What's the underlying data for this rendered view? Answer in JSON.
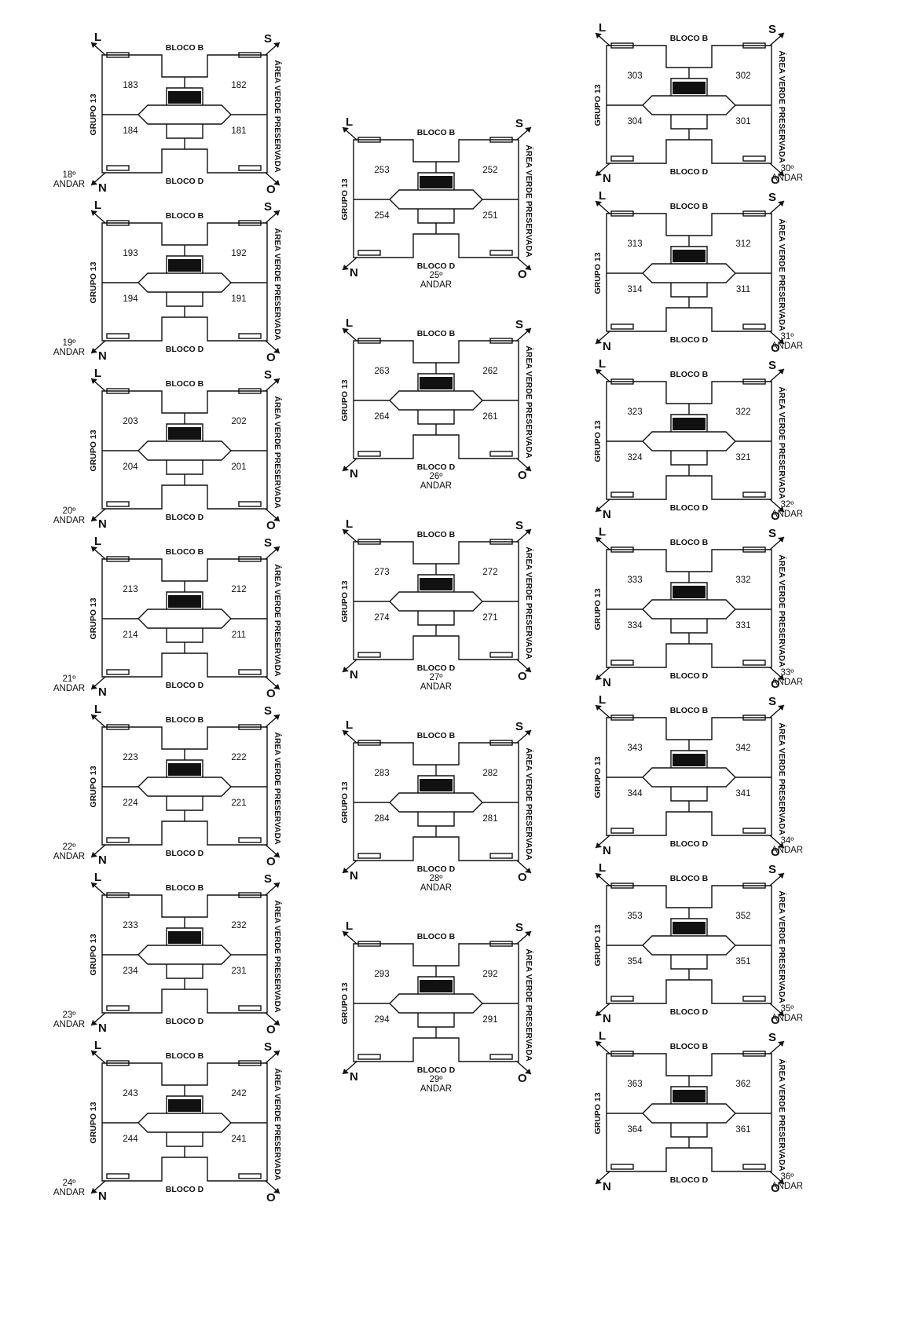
{
  "colors": {
    "ink": "#111111",
    "paper": "#ffffff"
  },
  "labels": {
    "bloco_top": "BLOCO B",
    "bloco_bottom": "BLOCO D",
    "left_side": "GRUPO 13",
    "right_side": "ÁREA VERDE PRESERVADA",
    "dir_top_left": "L",
    "dir_top_right": "S",
    "dir_bottom_left": "N",
    "dir_bottom_right": "O",
    "andar": "ANDAR"
  },
  "columns": [
    {
      "floors": [
        {
          "floor": "18º",
          "units": [
            "183",
            "182",
            "184",
            "181"
          ]
        },
        {
          "floor": "19º",
          "units": [
            "193",
            "192",
            "194",
            "191"
          ]
        },
        {
          "floor": "20º",
          "units": [
            "203",
            "202",
            "204",
            "201"
          ]
        },
        {
          "floor": "21º",
          "units": [
            "213",
            "212",
            "214",
            "211"
          ]
        },
        {
          "floor": "22º",
          "units": [
            "223",
            "222",
            "224",
            "221"
          ]
        },
        {
          "floor": "23º",
          "units": [
            "233",
            "232",
            "234",
            "231"
          ]
        },
        {
          "floor": "24º",
          "units": [
            "243",
            "242",
            "244",
            "241"
          ]
        }
      ]
    },
    {
      "floors": [
        {
          "floor": "25º",
          "units": [
            "253",
            "252",
            "254",
            "251"
          ]
        },
        {
          "floor": "26º",
          "units": [
            "263",
            "262",
            "264",
            "261"
          ]
        },
        {
          "floor": "27º",
          "units": [
            "273",
            "272",
            "274",
            "271"
          ]
        },
        {
          "floor": "28º",
          "units": [
            "283",
            "282",
            "284",
            "281"
          ]
        },
        {
          "floor": "29º",
          "units": [
            "293",
            "292",
            "294",
            "291"
          ]
        }
      ]
    },
    {
      "floors": [
        {
          "floor": "30º",
          "units": [
            "303",
            "302",
            "304",
            "301"
          ]
        },
        {
          "floor": "31º",
          "units": [
            "313",
            "312",
            "314",
            "311"
          ]
        },
        {
          "floor": "32º",
          "units": [
            "323",
            "322",
            "324",
            "321"
          ]
        },
        {
          "floor": "33º",
          "units": [
            "333",
            "332",
            "334",
            "331"
          ]
        },
        {
          "floor": "34º",
          "units": [
            "343",
            "342",
            "344",
            "341"
          ]
        },
        {
          "floor": "35º",
          "units": [
            "353",
            "352",
            "354",
            "351"
          ]
        },
        {
          "floor": "36º",
          "units": [
            "363",
            "362",
            "364",
            "361"
          ]
        }
      ]
    }
  ]
}
